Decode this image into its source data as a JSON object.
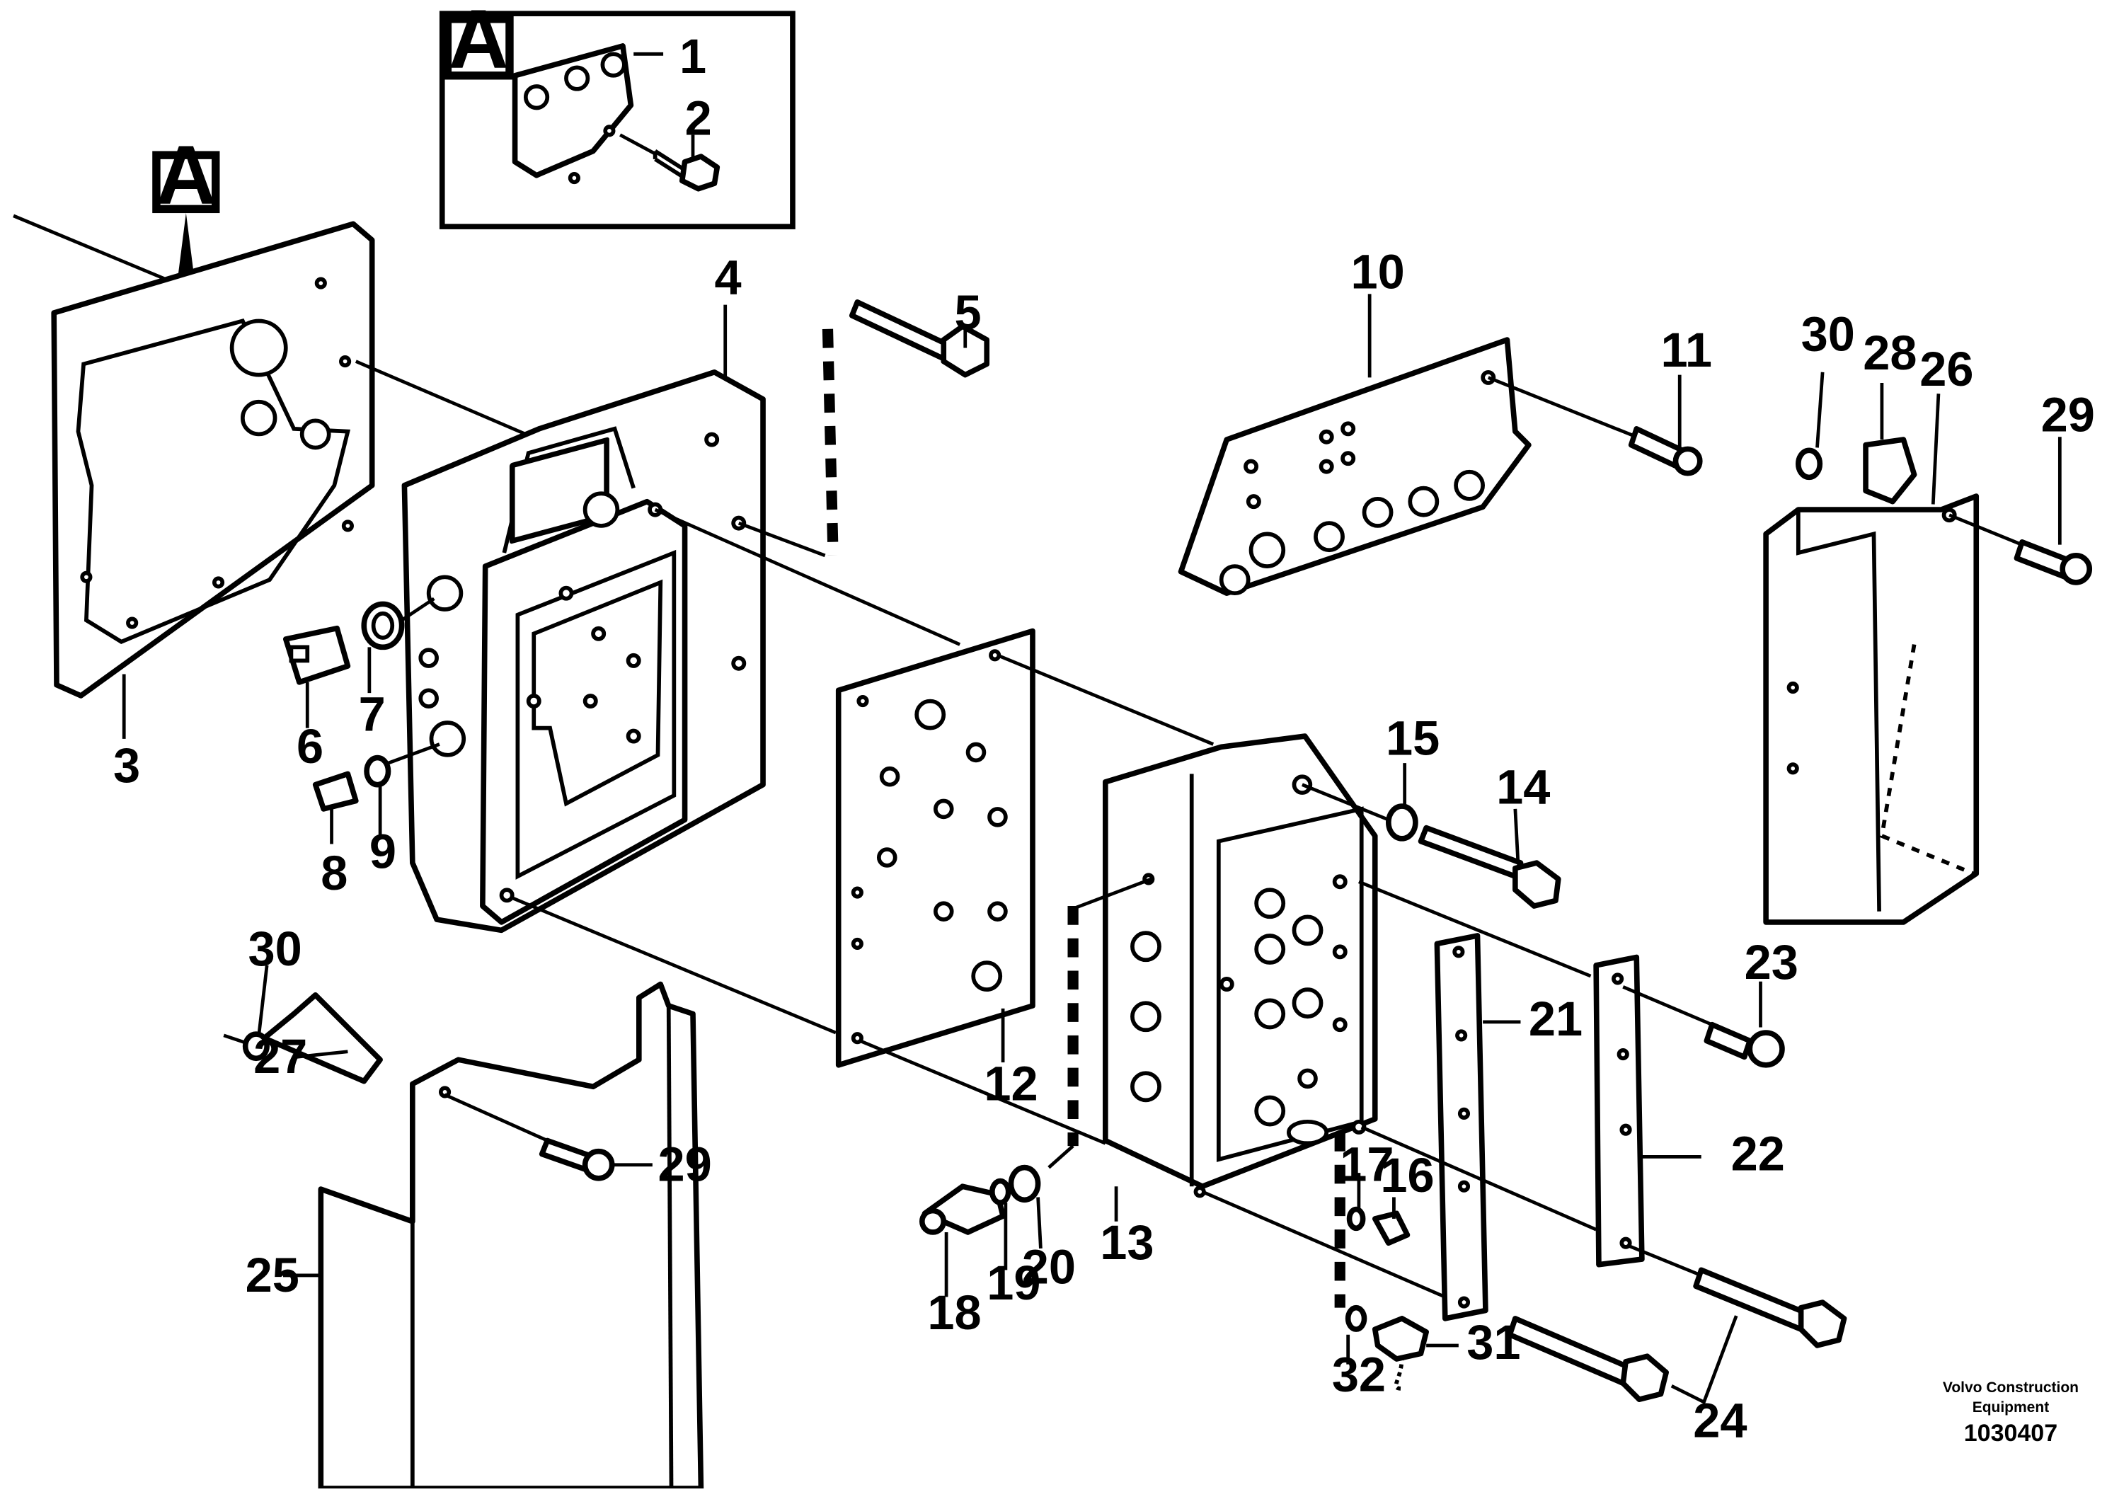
{
  "detail_marker": "A",
  "callouts": {
    "c1": "1",
    "c2": "2",
    "c3": "3",
    "c4": "4",
    "c5": "5",
    "c6": "6",
    "c7": "7",
    "c8": "8",
    "c9": "9",
    "c10": "10",
    "c11": "11",
    "c12": "12",
    "c13": "13",
    "c14": "14",
    "c15": "15",
    "c16": "16",
    "c17": "17",
    "c18": "18",
    "c19": "19",
    "c20": "20",
    "c21": "21",
    "c22": "22",
    "c23": "23",
    "c24": "24",
    "c25": "25",
    "c26": "26",
    "c27": "27",
    "c28": "28",
    "c29a": "29",
    "c29b": "29",
    "c30a": "30",
    "c30b": "30",
    "c31": "31",
    "c32": "32"
  },
  "credit": {
    "company_line1": "Volvo Construction",
    "company_line2": "Equipment",
    "drawing_number": "1030407"
  }
}
